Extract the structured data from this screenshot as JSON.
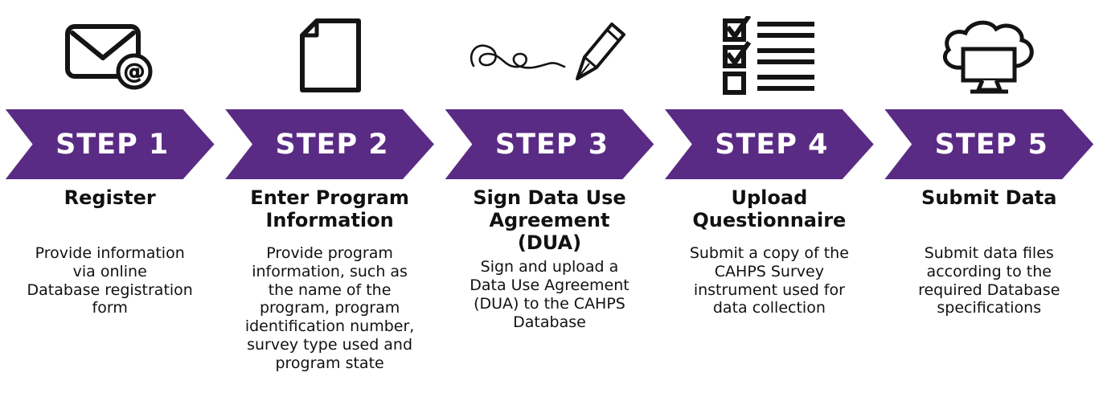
{
  "colors": {
    "accent": "#5A2B84",
    "banner_text": "#FFFFFF",
    "body_text": "#111111",
    "background": "#FFFFFF",
    "icon_stroke": "#141414"
  },
  "steps": [
    {
      "banner": "STEP 1",
      "title": "Register",
      "description": "Provide information\nvia online\nDatabase registration\nform",
      "icon": "envelope-at-icon"
    },
    {
      "banner": "STEP 2",
      "title": "Enter Program\nInformation",
      "description": "Provide program\ninformation, such as\nthe name of the\nprogram, program\nidentification number,\nsurvey type used and\nprogram state",
      "icon": "document-icon"
    },
    {
      "banner": "STEP 3",
      "title": "Sign Data Use\nAgreement\n(DUA)",
      "description": "Sign and upload a\nData Use Agreement\n(DUA) to the CAHPS\nDatabase",
      "icon": "signature-pen-icon"
    },
    {
      "banner": "STEP 4",
      "title": "Upload\nQuestionnaire",
      "description": "Submit a copy of the\nCAHPS Survey\ninstrument used for\ndata collection",
      "icon": "checklist-icon"
    },
    {
      "banner": "STEP 5",
      "title": "Submit Data",
      "description": "Submit data files\naccording to the\nrequired Database\nspecifications",
      "icon": "cloud-computer-icon"
    }
  ]
}
